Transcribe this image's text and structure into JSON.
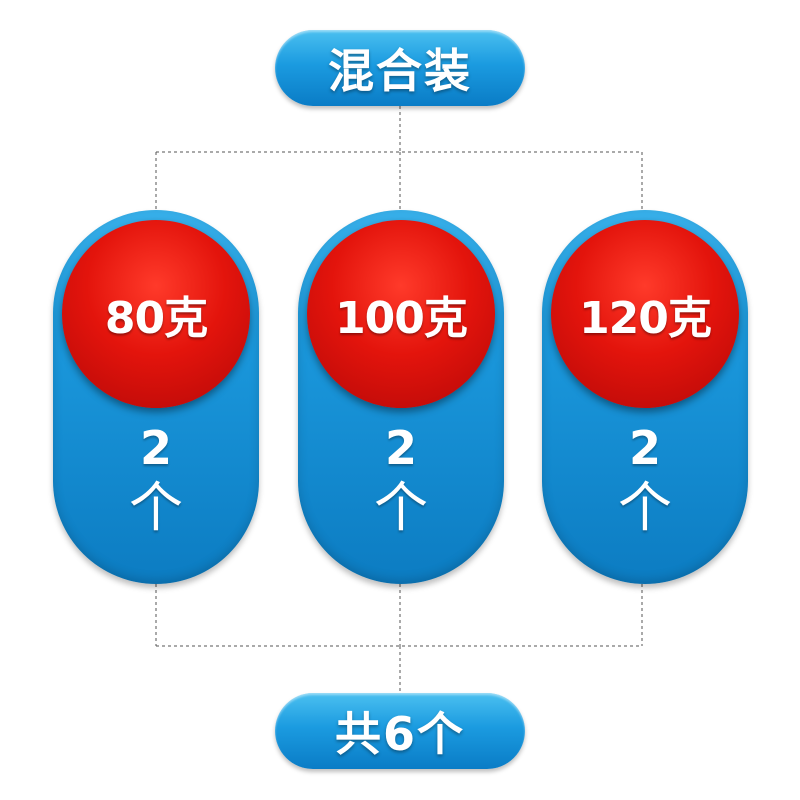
{
  "header": {
    "title": "混合装"
  },
  "items": [
    {
      "weight": "80克",
      "count": "2",
      "unit": "个"
    },
    {
      "weight": "100克",
      "count": "2",
      "unit": "个"
    },
    {
      "weight": "120克",
      "count": "2",
      "unit": "个"
    }
  ],
  "footer": {
    "total": "共6个"
  },
  "colors": {
    "pill_blue": "#1b9be0",
    "circle_red": "#e3140c",
    "connector": "#555555"
  }
}
